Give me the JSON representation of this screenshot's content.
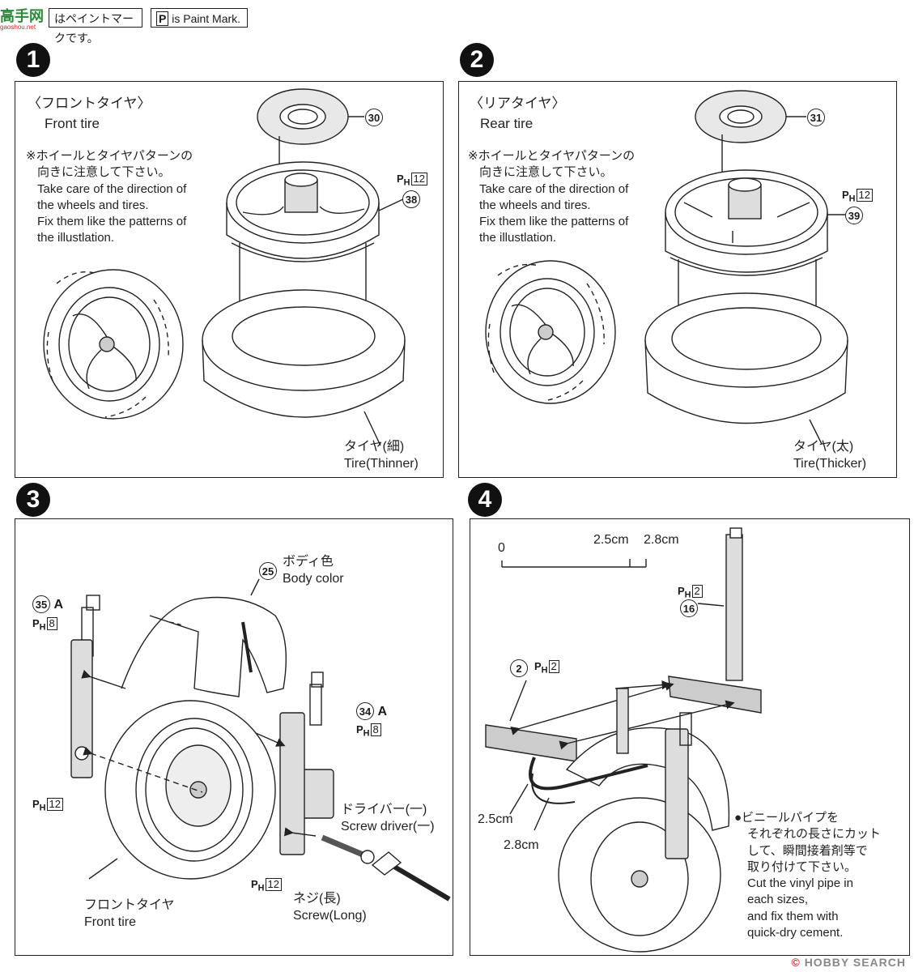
{
  "header": {
    "logo_text": "高手网",
    "logo_sub": "gaoshou.net",
    "paint_mark_jp": "はペイントマークです。",
    "paint_mark_en_symbol": "P",
    "paint_mark_en": "is Paint Mark."
  },
  "steps": [
    {
      "number": "1",
      "title_jp": "〈フロントタイヤ〉",
      "title_en": "Front tire",
      "note_lines": [
        "※ホイールとタイヤパターンの",
        "向きに注意して下さい。",
        "Take care of the direction of",
        "the wheels and tires.",
        "Fix them like the patterns of",
        "the illustlation."
      ],
      "part_disc": "30",
      "part_wheel": "38",
      "paint_wheel": "12",
      "tire_jp": "タイヤ(細)",
      "tire_en": "Tire(Thinner)"
    },
    {
      "number": "2",
      "title_jp": "〈リアタイヤ〉",
      "title_en": "Rear tire",
      "note_lines": [
        "※ホイールとタイヤパターンの",
        "向きに注意して下さい。",
        "Take care of the direction of",
        "the wheels and tires.",
        "Fix them like the patterns of",
        "the illustlation."
      ],
      "part_disc": "31",
      "part_wheel": "39",
      "paint_wheel": "12",
      "tire_jp": "タイヤ(太)",
      "tire_en": "Tire(Thicker)"
    },
    {
      "number": "3",
      "part_fender": "25",
      "fender_jp": "ボディ色",
      "fender_en": "Body color",
      "part_fork_left": "35",
      "part_fork_left_suffix": "A",
      "paint_fork_left": "8",
      "part_fork_right": "34",
      "part_fork_right_suffix": "A",
      "paint_fork_right": "8",
      "paint_fork_left_bottom": "12",
      "paint_fork_right_bottom": "12",
      "driver_jp": "ドライバー(一)",
      "driver_en": "Screw driver(一)",
      "screw_jp": "ネジ(長)",
      "screw_en": "Screw(Long)",
      "tire_jp": "フロントタイヤ",
      "tire_en": "Front tire"
    },
    {
      "number": "4",
      "ruler_zero": "0",
      "ruler_a": "2.5cm",
      "ruler_b": "2.8cm",
      "part_stem": "16",
      "paint_stem": "2",
      "part_bracket": "2",
      "paint_bracket": "2",
      "pipe_a": "2.5cm",
      "pipe_b": "2.8cm",
      "note_lines": [
        "●ビニールパイプを",
        "それぞれの長さにカット",
        "して、瞬間接着剤等で",
        "取り付けて下さい。",
        "Cut the vinyl pipe in",
        "each sizes,",
        "and fix them with",
        "quick-dry cement."
      ]
    }
  ],
  "paint_prefix": "P",
  "paint_sub": "H",
  "watermark": "HOBBY SEARCH",
  "watermark_symbol": "©"
}
